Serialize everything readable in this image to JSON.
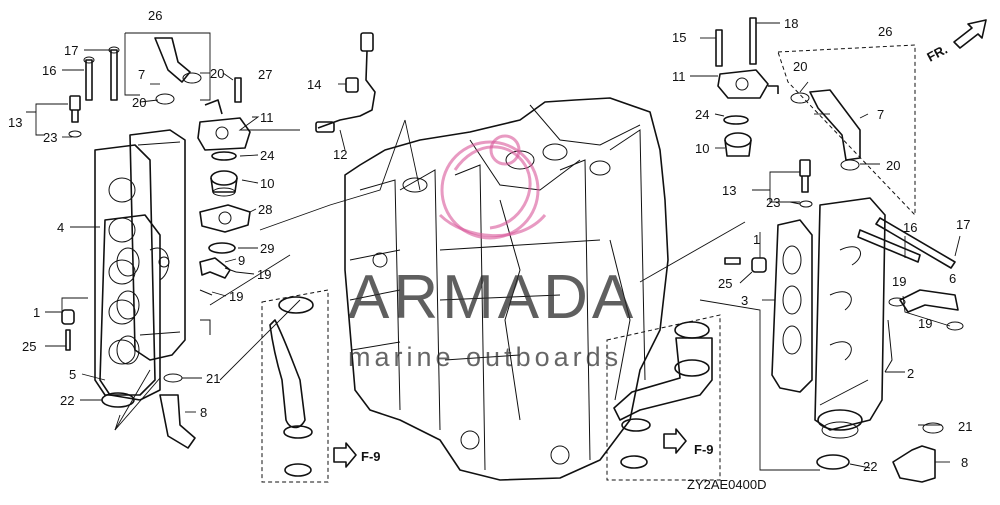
{
  "diagram": {
    "code": "ZY2AE0400D",
    "direction_label": "FR.",
    "ref_label": "F-9",
    "watermark": {
      "brand": "ARMADA",
      "subtitle": "marine outboards"
    },
    "callouts": [
      "1",
      "2",
      "3",
      "4",
      "5",
      "6",
      "7",
      "8",
      "9",
      "10",
      "11",
      "12",
      "13",
      "14",
      "15",
      "16",
      "17",
      "18",
      "19",
      "20",
      "21",
      "22",
      "23",
      "24",
      "25",
      "26",
      "27",
      "28",
      "29"
    ]
  }
}
